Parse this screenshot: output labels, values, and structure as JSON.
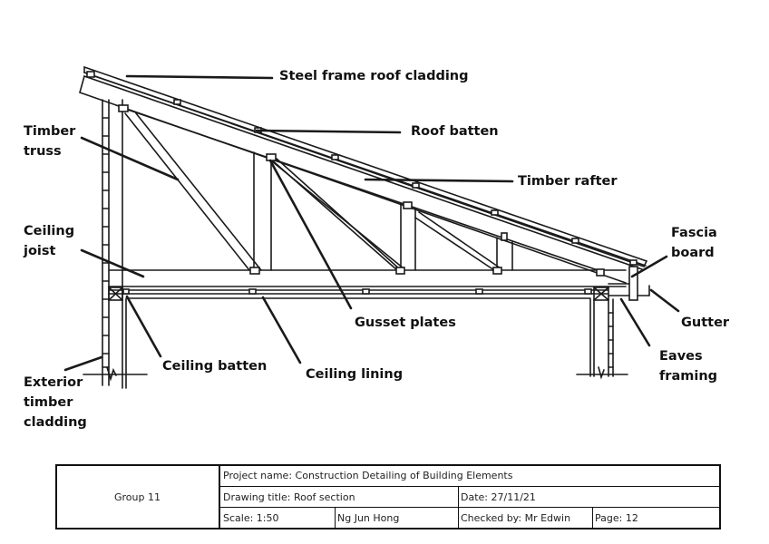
{
  "drawing": {
    "subject": "Roof section",
    "labels": {
      "steel_cladding": "Steel frame roof cladding",
      "roof_batten": "Roof batten",
      "timber_truss": "Timber\ntruss",
      "timber_rafter": "Timber rafter",
      "ceiling_joist": "Ceiling\njoist",
      "fascia_board": "Fascia\nboard",
      "gusset_plates": "Gusset plates",
      "gutter": "Gutter",
      "ceiling_batten": "Ceiling batten",
      "ceiling_lining": "Ceiling lining",
      "eaves_framing": "Eaves\nframing",
      "exterior_cladding": "Exterior\ntimber\ncladding"
    }
  },
  "title_block": {
    "group": "Group 11",
    "project_name": "Project name: Construction Detailing of Building Elements",
    "drawing_title": "Drawing title: Roof section",
    "date": "Date: 27/11/21",
    "scale": "Scale: 1:50",
    "author": "Ng Jun Hong",
    "checked_by": "Checked by: Mr Edwin",
    "page": "Page: 12"
  }
}
